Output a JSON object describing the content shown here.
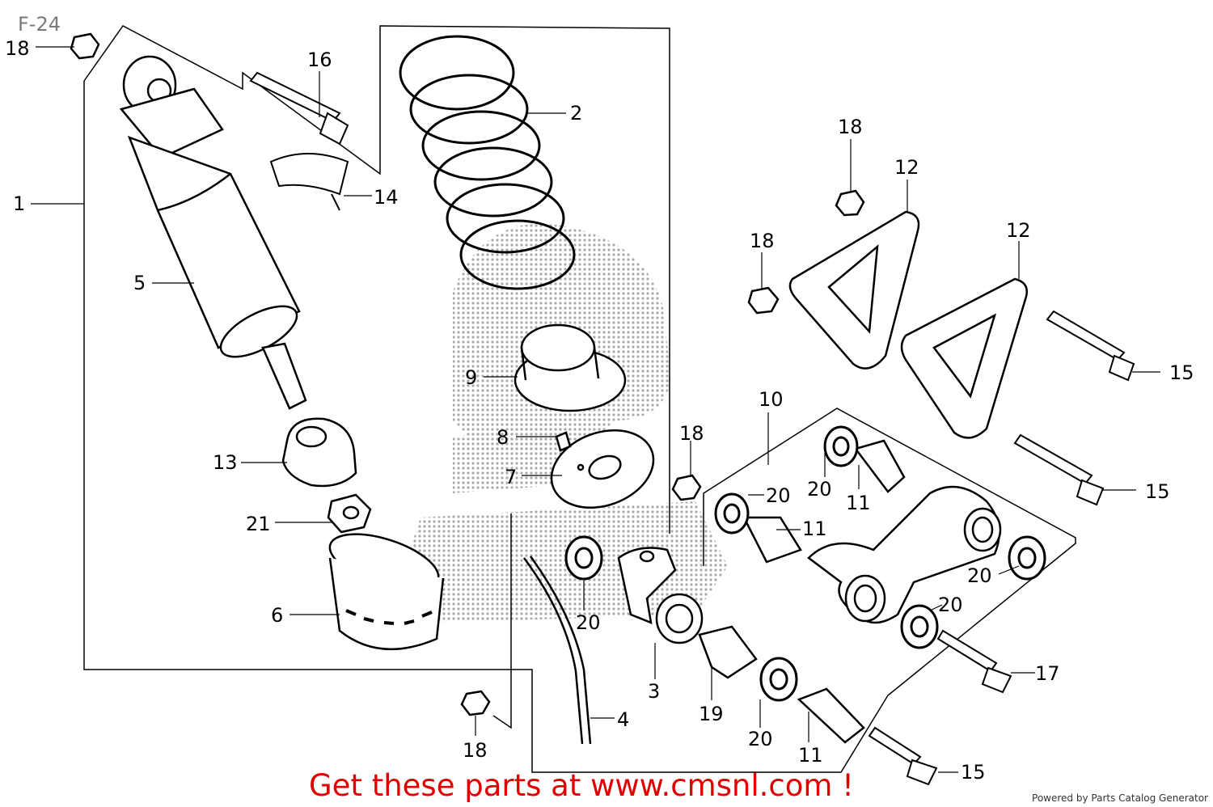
{
  "page_code": "F-24",
  "callouts": [
    {
      "id": "c18a",
      "label": "18"
    },
    {
      "id": "c16",
      "label": "16"
    },
    {
      "id": "c2",
      "label": "2"
    },
    {
      "id": "c1",
      "label": "1"
    },
    {
      "id": "c14",
      "label": "14"
    },
    {
      "id": "c5",
      "label": "5"
    },
    {
      "id": "c18b",
      "label": "18"
    },
    {
      "id": "c12a",
      "label": "12"
    },
    {
      "id": "c12b",
      "label": "12"
    },
    {
      "id": "c18c",
      "label": "18"
    },
    {
      "id": "c9",
      "label": "9"
    },
    {
      "id": "c15a",
      "label": "15"
    },
    {
      "id": "c10",
      "label": "10"
    },
    {
      "id": "c8",
      "label": "8"
    },
    {
      "id": "c18d",
      "label": "18"
    },
    {
      "id": "c13",
      "label": "13"
    },
    {
      "id": "c7",
      "label": "7"
    },
    {
      "id": "c20a",
      "label": "20"
    },
    {
      "id": "c20b",
      "label": "20"
    },
    {
      "id": "c11a",
      "label": "11"
    },
    {
      "id": "c15b",
      "label": "15"
    },
    {
      "id": "c21",
      "label": "21"
    },
    {
      "id": "c11b",
      "label": "11"
    },
    {
      "id": "c20c",
      "label": "20"
    },
    {
      "id": "c6",
      "label": "6"
    },
    {
      "id": "c20d",
      "label": "20"
    },
    {
      "id": "c20e",
      "label": "20"
    },
    {
      "id": "c17",
      "label": "17"
    },
    {
      "id": "c3",
      "label": "3"
    },
    {
      "id": "c19",
      "label": "19"
    },
    {
      "id": "c4",
      "label": "4"
    },
    {
      "id": "c20f",
      "label": "20"
    },
    {
      "id": "c18e",
      "label": "18"
    },
    {
      "id": "c11c",
      "label": "11"
    },
    {
      "id": "c15c",
      "label": "15"
    }
  ],
  "promo_text": "Get these parts at www.cmsnl.com !",
  "credit_text": "Powered by Parts Catalog Generator",
  "colors": {
    "line": "#000000",
    "promo": "#e00000",
    "watermark": "#9a9a9a"
  }
}
